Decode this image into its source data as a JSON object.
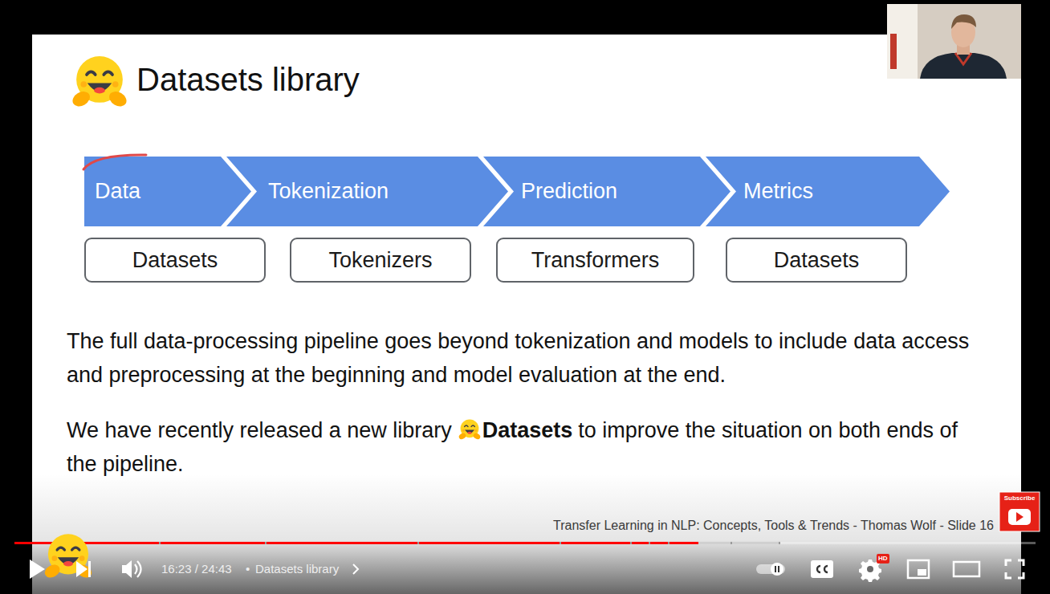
{
  "diagram": {
    "title": "Datasets library",
    "nodes": [
      {
        "text": [
          "Data"
        ]
      },
      {
        "text": [
          "Tokenization"
        ]
      },
      {
        "text": [
          "Prediction"
        ]
      },
      {
        "text": [
          "Metrics"
        ]
      },
      {
        "text": [
          "Datasets"
        ]
      },
      {
        "text": [
          "Tokenizers"
        ]
      },
      {
        "text": [
          "Transformers"
        ]
      },
      {
        "text": [
          "Datasets"
        ]
      }
    ],
    "labels": [
      "The full data-processing pipeline goes beyond tokenization and models to include data access and preprocessing at the beginning and model evaluation at the end.",
      "We have recently released a new library",
      "Datasets",
      "to improve the situation on both ends of the pipeline.",
      "Transfer Learning in NLP: Concepts, Tools & Trends - Thomas Wolf - Slide 16",
      "Subscribe",
      "16:23 / 24:43",
      "•",
      "Datasets library",
      "HD"
    ]
  }
}
